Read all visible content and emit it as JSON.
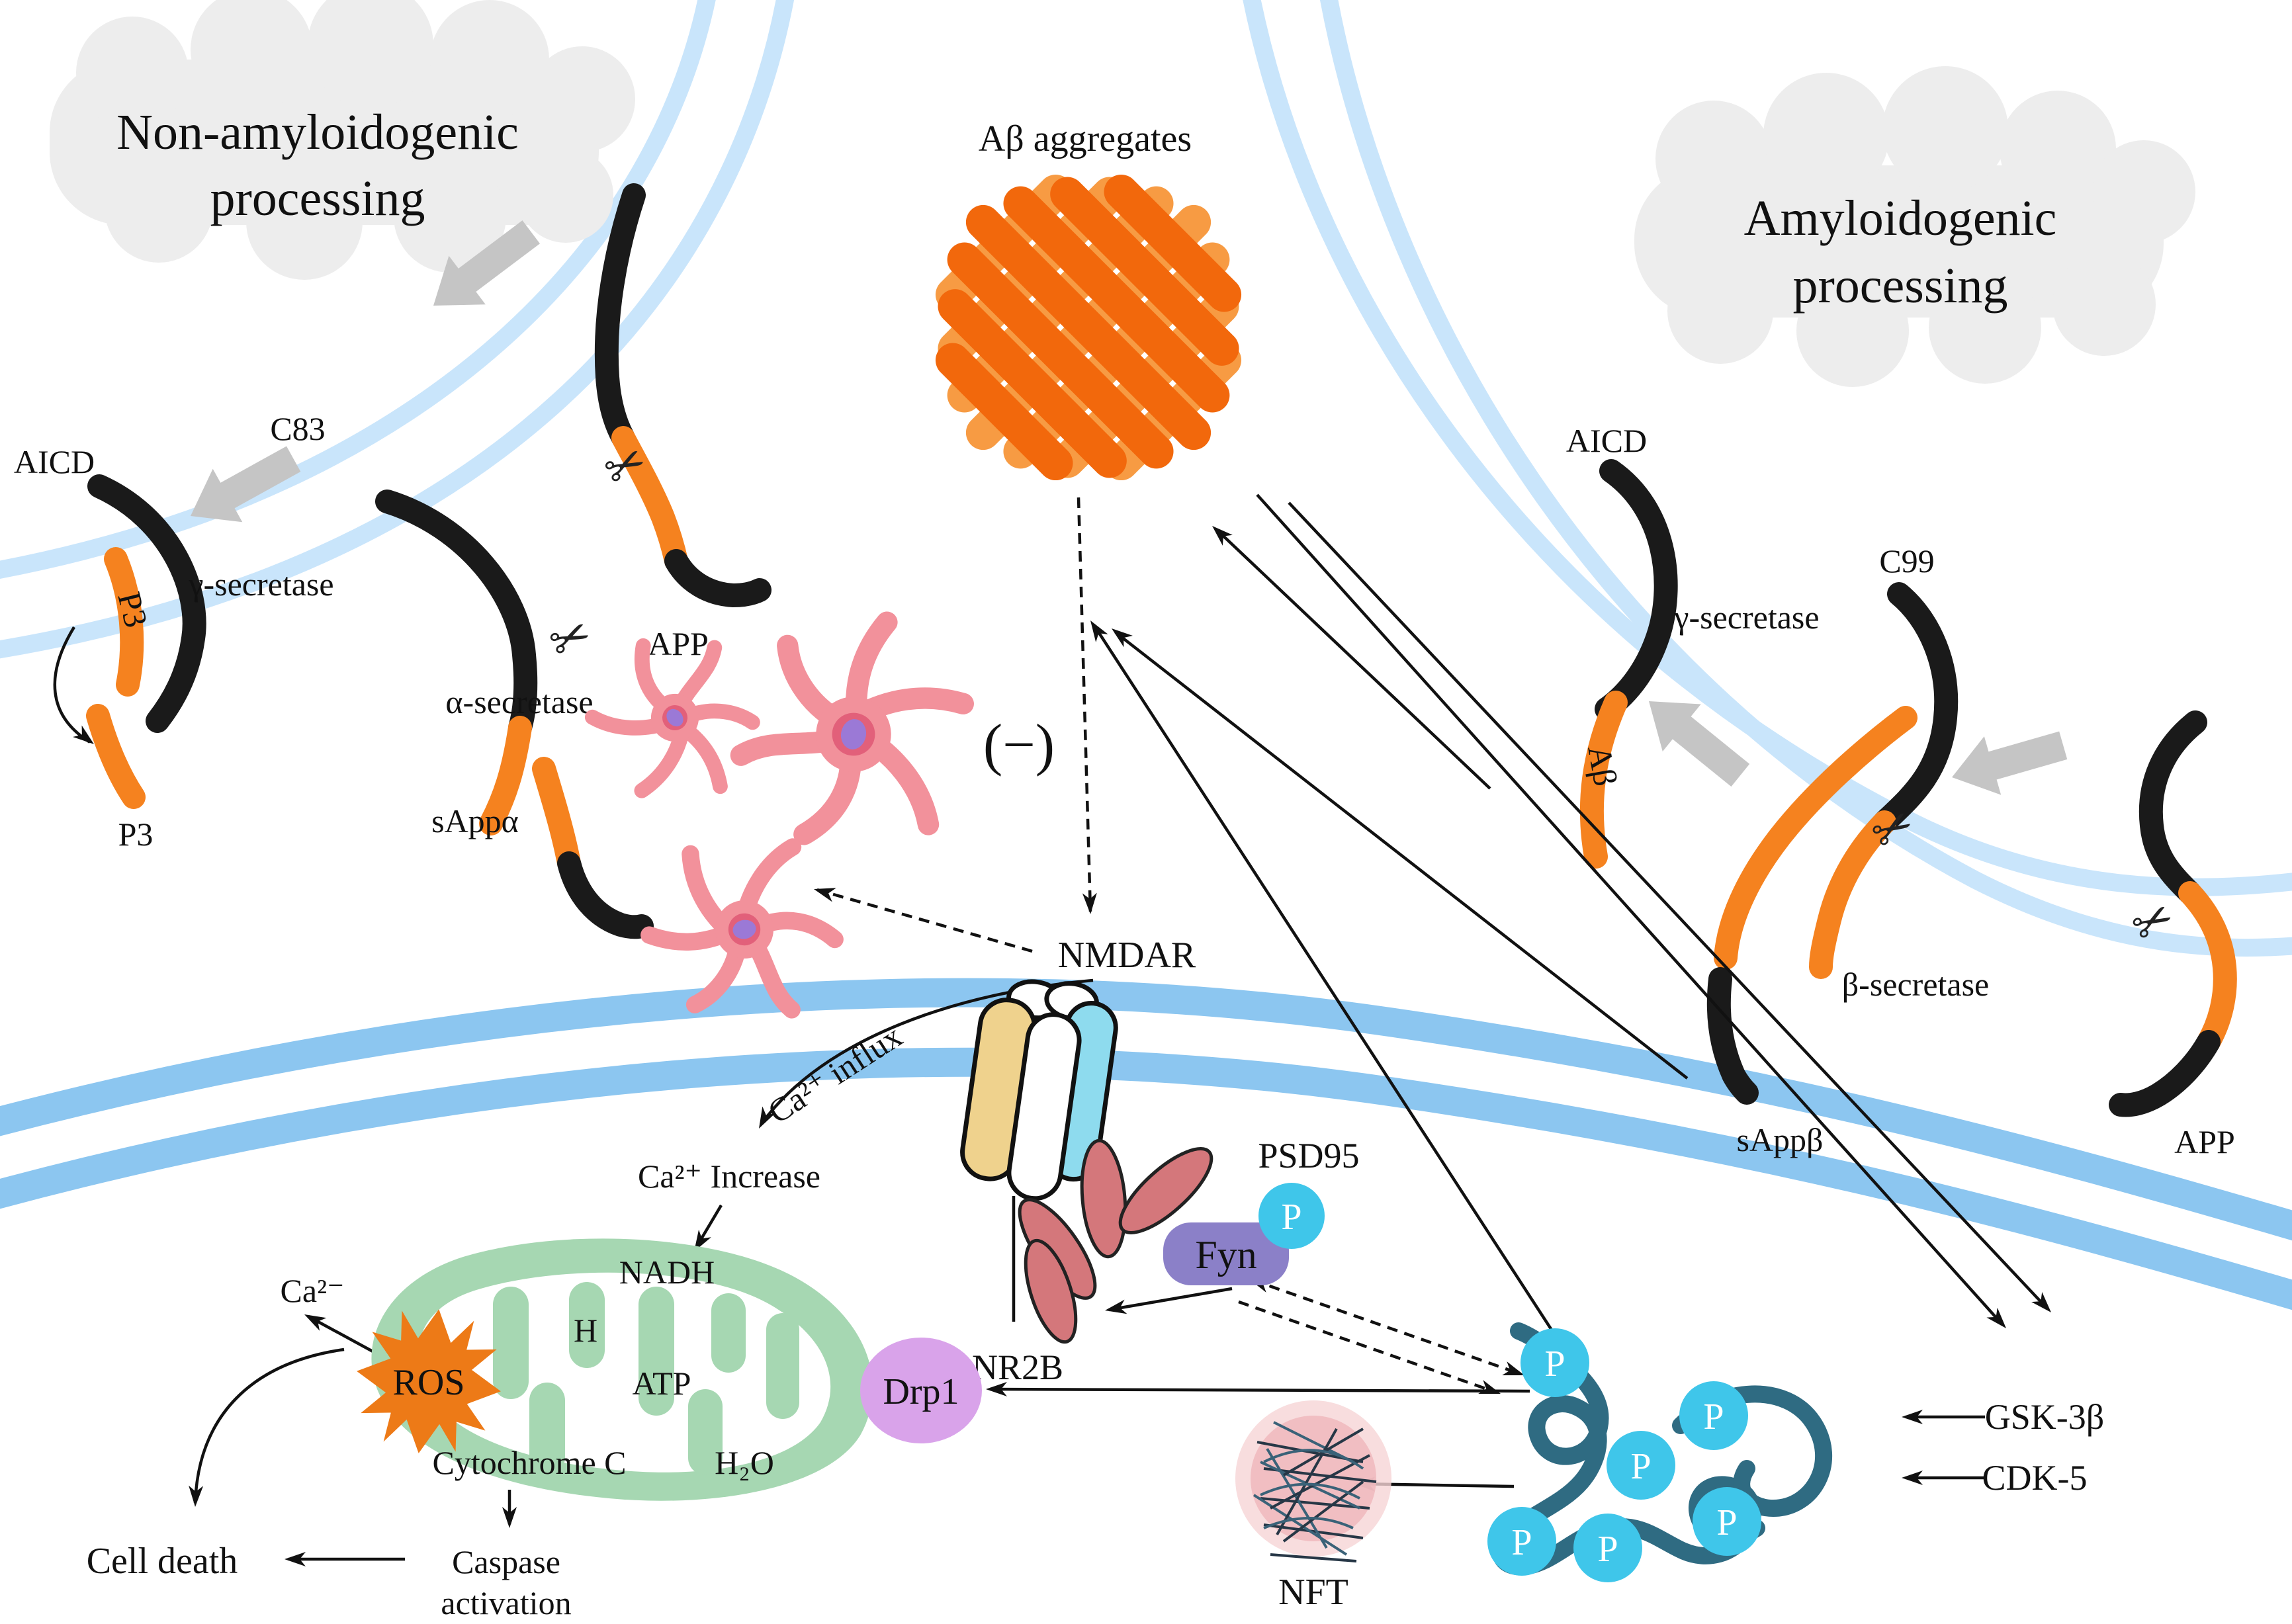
{
  "diagram": {
    "titles": {
      "left1": "Non-amyloidogenic",
      "left2": "processing",
      "right1": "Amyloidogenic",
      "right2": "processing"
    },
    "left_pathway": {
      "aicd": "AICD",
      "c83": "C83",
      "gamma": "γ-secretase",
      "p3_frag": "P3",
      "p3": "P3",
      "alpha": "α-secretase",
      "sappa": "sAppα",
      "app": "APP"
    },
    "right_pathway": {
      "aicd": "AICD",
      "gamma": "γ-secretase",
      "c99": "C99",
      "beta": "β-secretase",
      "sappb": "sAppβ",
      "app": "APP",
      "abeta": "Aβ"
    },
    "center": {
      "aggregates": "Aβ aggregates",
      "minus": "(−)",
      "nmdar": "NMDAR",
      "ca_influx": "Ca²⁺ influx",
      "ca_increase": "Ca²⁺ Increase",
      "psd95": "PSD95",
      "fyn": "Fyn",
      "p": "P",
      "nr2b": "NR2B"
    },
    "mito": {
      "ca_out": "Ca²⁻",
      "ros": "ROS",
      "h": "H",
      "nadh": "NADH",
      "atp": "ATP",
      "h2o": "H₂O",
      "cyt_c": "Cytochrome C",
      "caspase1": "Caspase",
      "caspase2": "activation",
      "cell_death": "Cell death",
      "drp1": "Drp1"
    },
    "tau_nft": {
      "p": "P",
      "gsk": "GSK-3β",
      "cdk": "CDK-5",
      "nft": "NFT"
    },
    "icons": {
      "scissors": "✂"
    },
    "colors": {
      "membrane_outer": "#c9e5fb",
      "membrane_inner": "#8cc6f0",
      "orange": "#f5821f",
      "aggregate_light": "#f79b43",
      "aggregate_dark": "#f2680c",
      "cloud": "#ededed",
      "microglia": "#f2919b",
      "mito_green": "#a6d7b2",
      "ros_orange": "#ed7a17",
      "drp1_purple": "#d9a3ea",
      "fyn_purple": "#8b80c8",
      "phospho_cyan": "#3fc6ea",
      "tau_teal": "#2f6b82",
      "psd95_rose": "#d4777b",
      "receptor_tan": "#efd28d",
      "receptor_cyan": "#8edbee",
      "gray_arrow": "#c5c5c5",
      "black": "#1a1a1a"
    }
  }
}
